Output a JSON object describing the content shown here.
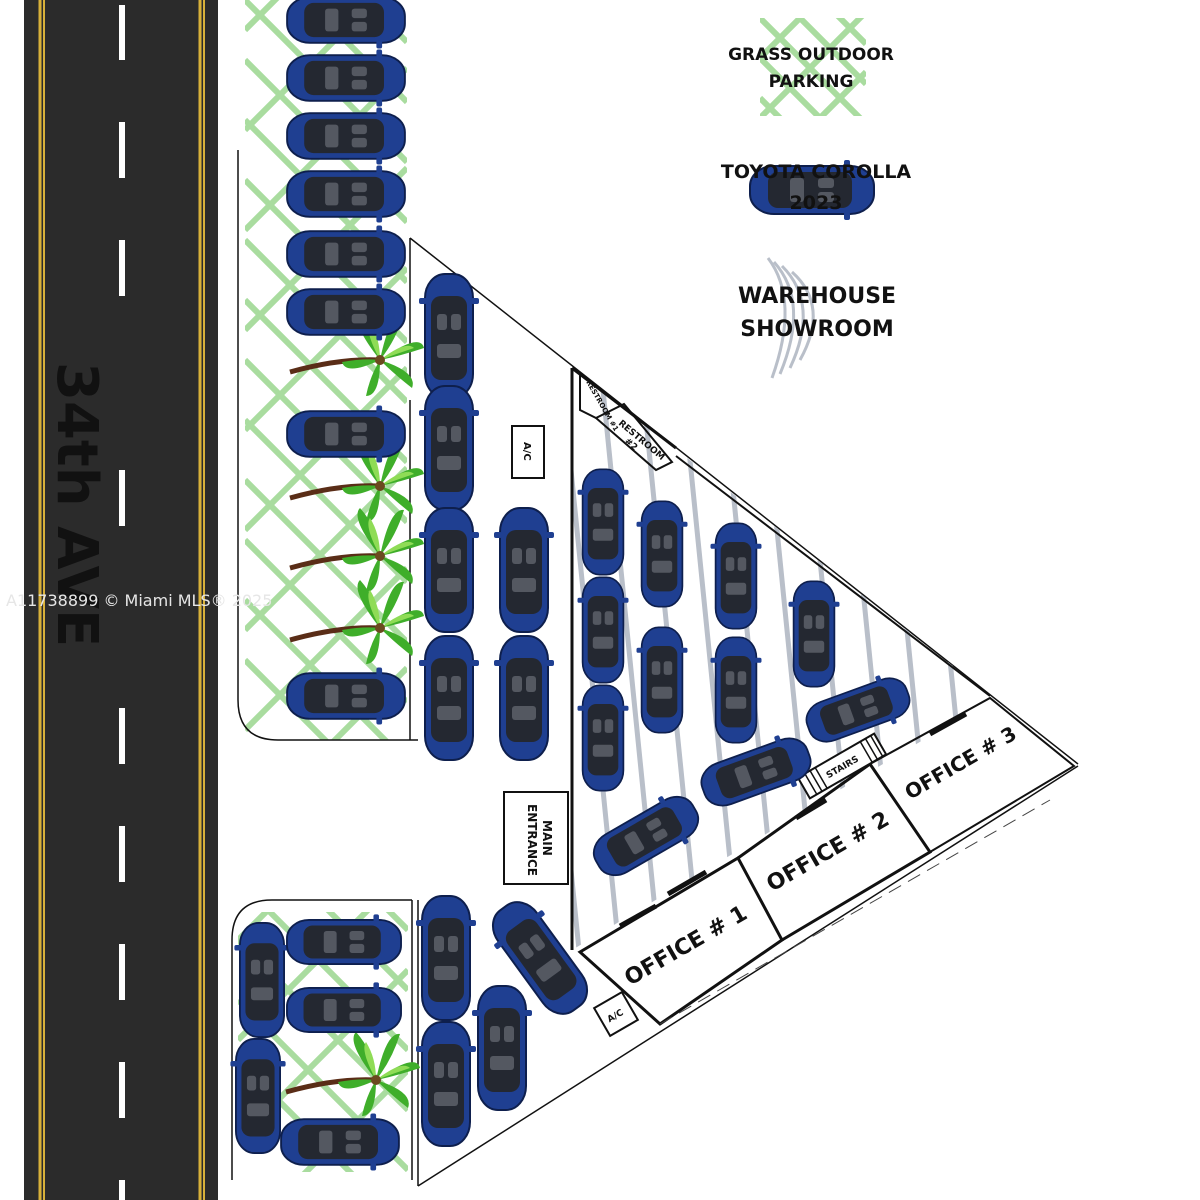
{
  "street": {
    "name": "34th AVE",
    "asphalt": "#2b2b2b",
    "center_line": "#d8b13a"
  },
  "legend": {
    "grass_label_line1": "GRASS OUTDOOR",
    "grass_label_line2": "PARKING",
    "car_label_line1": "TOYOTA COROLLA",
    "car_label_line2": "2023",
    "car_label_color": "#e0204a",
    "warehouse_label_line1": "WAREHOUSE",
    "warehouse_label_line2": "SHOWROOM"
  },
  "rooms": {
    "restroom1": "RESTROOM #1",
    "restroom2_line1": "RESTROOM",
    "restroom2_line2": "#2",
    "ac_top": "A/C",
    "ac_bottom": "A/C",
    "main_entrance_line1": "MAIN",
    "main_entrance_line2": "ENTRANCE",
    "stairs": "STAIRS",
    "office1": "OFFICE # 1",
    "office2": "OFFICE # 2",
    "office3": "OFFICE # 3"
  },
  "watermark": "A11738899 © Miami MLS® 2025",
  "colors": {
    "grass": "#a9dc9f",
    "showroom_hatch": "#b9bfc9",
    "car": "#1f3f91",
    "palm_leaf": "#3fae2a"
  }
}
